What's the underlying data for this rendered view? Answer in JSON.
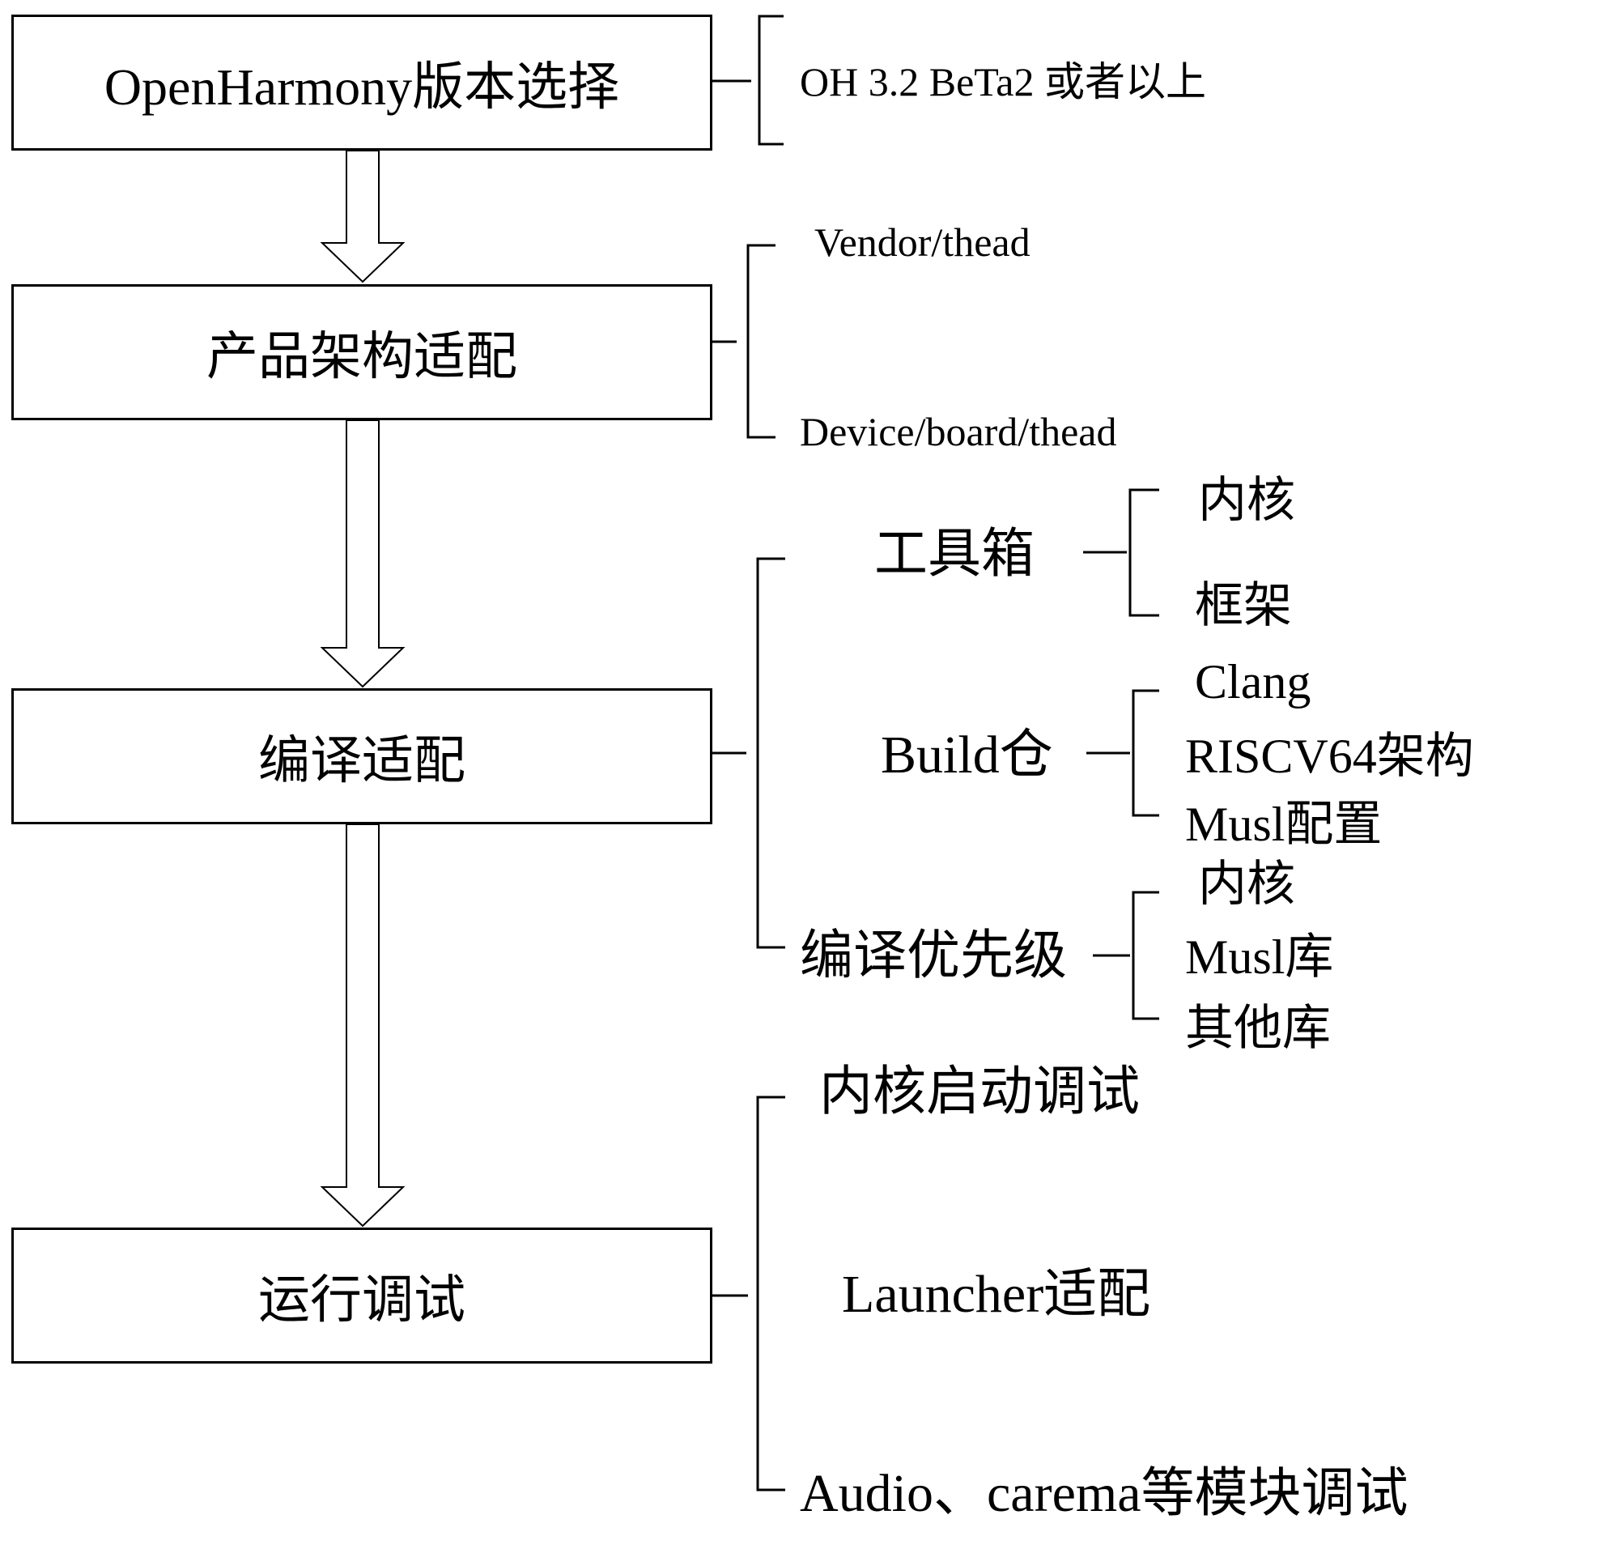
{
  "steps": {
    "s1": {
      "label": "OpenHarmony版本选择",
      "details": [
        "OH 3.2 BeTa2 或者以上"
      ]
    },
    "s2": {
      "label": "产品架构适配",
      "details": [
        "Vendor/thead",
        "Device/board/thead"
      ]
    },
    "s3": {
      "label": "编译适配",
      "groups": [
        {
          "label": "工具箱",
          "items": [
            "内核",
            "框架"
          ]
        },
        {
          "label": "Build仓",
          "items": [
            "Clang",
            "RISCV64架构",
            "Musl配置"
          ]
        },
        {
          "label": "编译优先级",
          "items": [
            "内核",
            "Musl库",
            "其他库"
          ]
        }
      ]
    },
    "s4": {
      "label": "运行调试",
      "details": [
        "内核启动调试",
        "Launcher适配",
        "Audio、carema等模块调试"
      ]
    }
  }
}
